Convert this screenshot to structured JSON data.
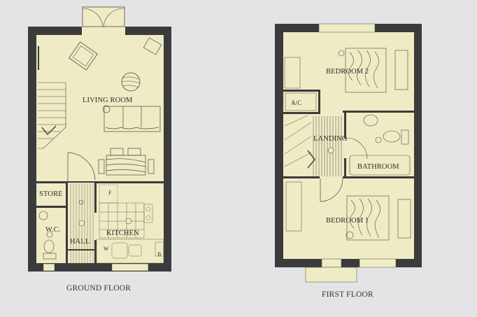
{
  "colors": {
    "background": "#e4e4e6",
    "wall": "#3b3b3d",
    "floor": "#efebc4",
    "line": "#4a4a40"
  },
  "ground_floor": {
    "caption": "GROUND FLOOR",
    "rooms": {
      "living_room": "LIVING ROOM",
      "store": "STORE",
      "wc": "W.C.",
      "hall": "HALL",
      "kitchen": "KITCHEN"
    },
    "appliance_labels": {
      "fridge": "F",
      "washer": "W",
      "boiler": "B"
    }
  },
  "first_floor": {
    "caption": "FIRST FLOOR",
    "rooms": {
      "bedroom_2": "BEDROOM 2",
      "ac": "A/C",
      "landing": "LANDING",
      "bathroom": "BATHROOM",
      "bedroom_1": "BEDROOM 1"
    }
  }
}
